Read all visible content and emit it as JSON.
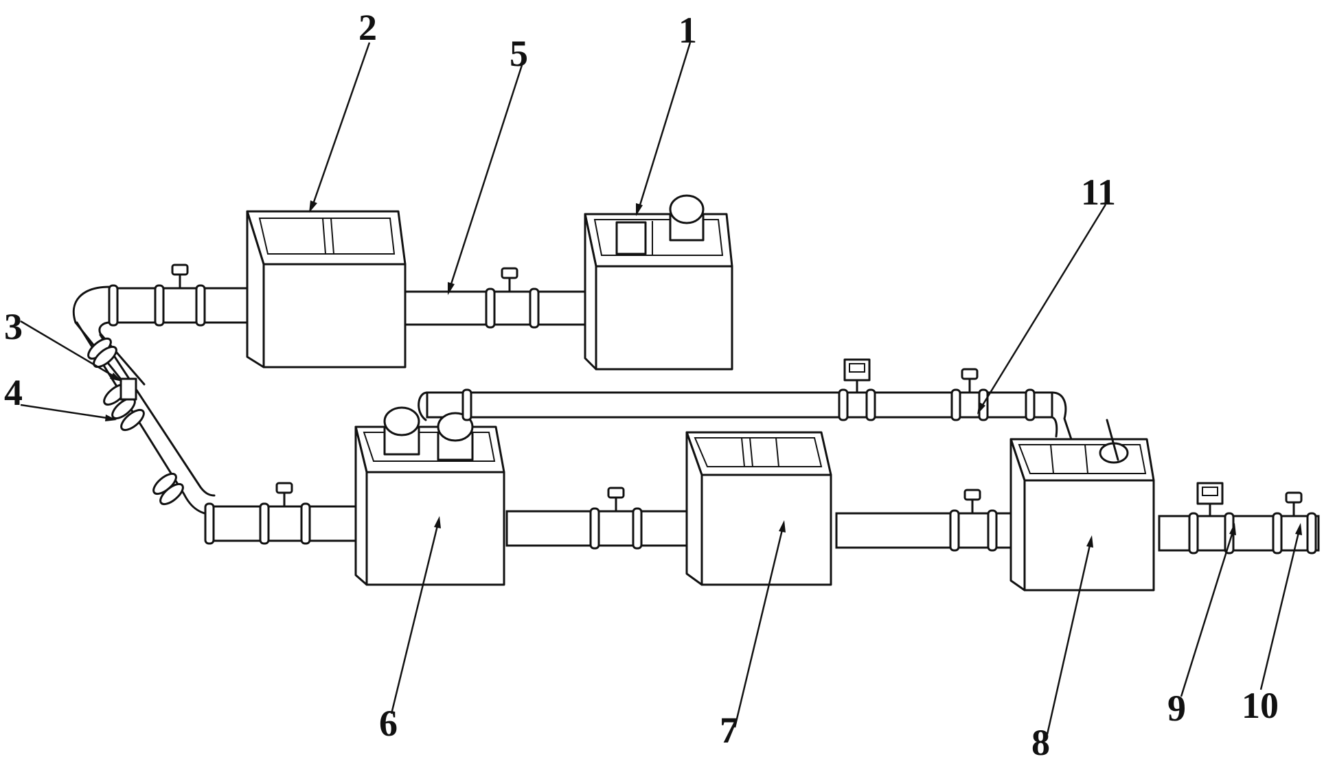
{
  "diagram": {
    "part_labels": [
      "1",
      "2",
      "3",
      "4",
      "5",
      "6",
      "7",
      "8",
      "9",
      "10",
      "11"
    ]
  }
}
